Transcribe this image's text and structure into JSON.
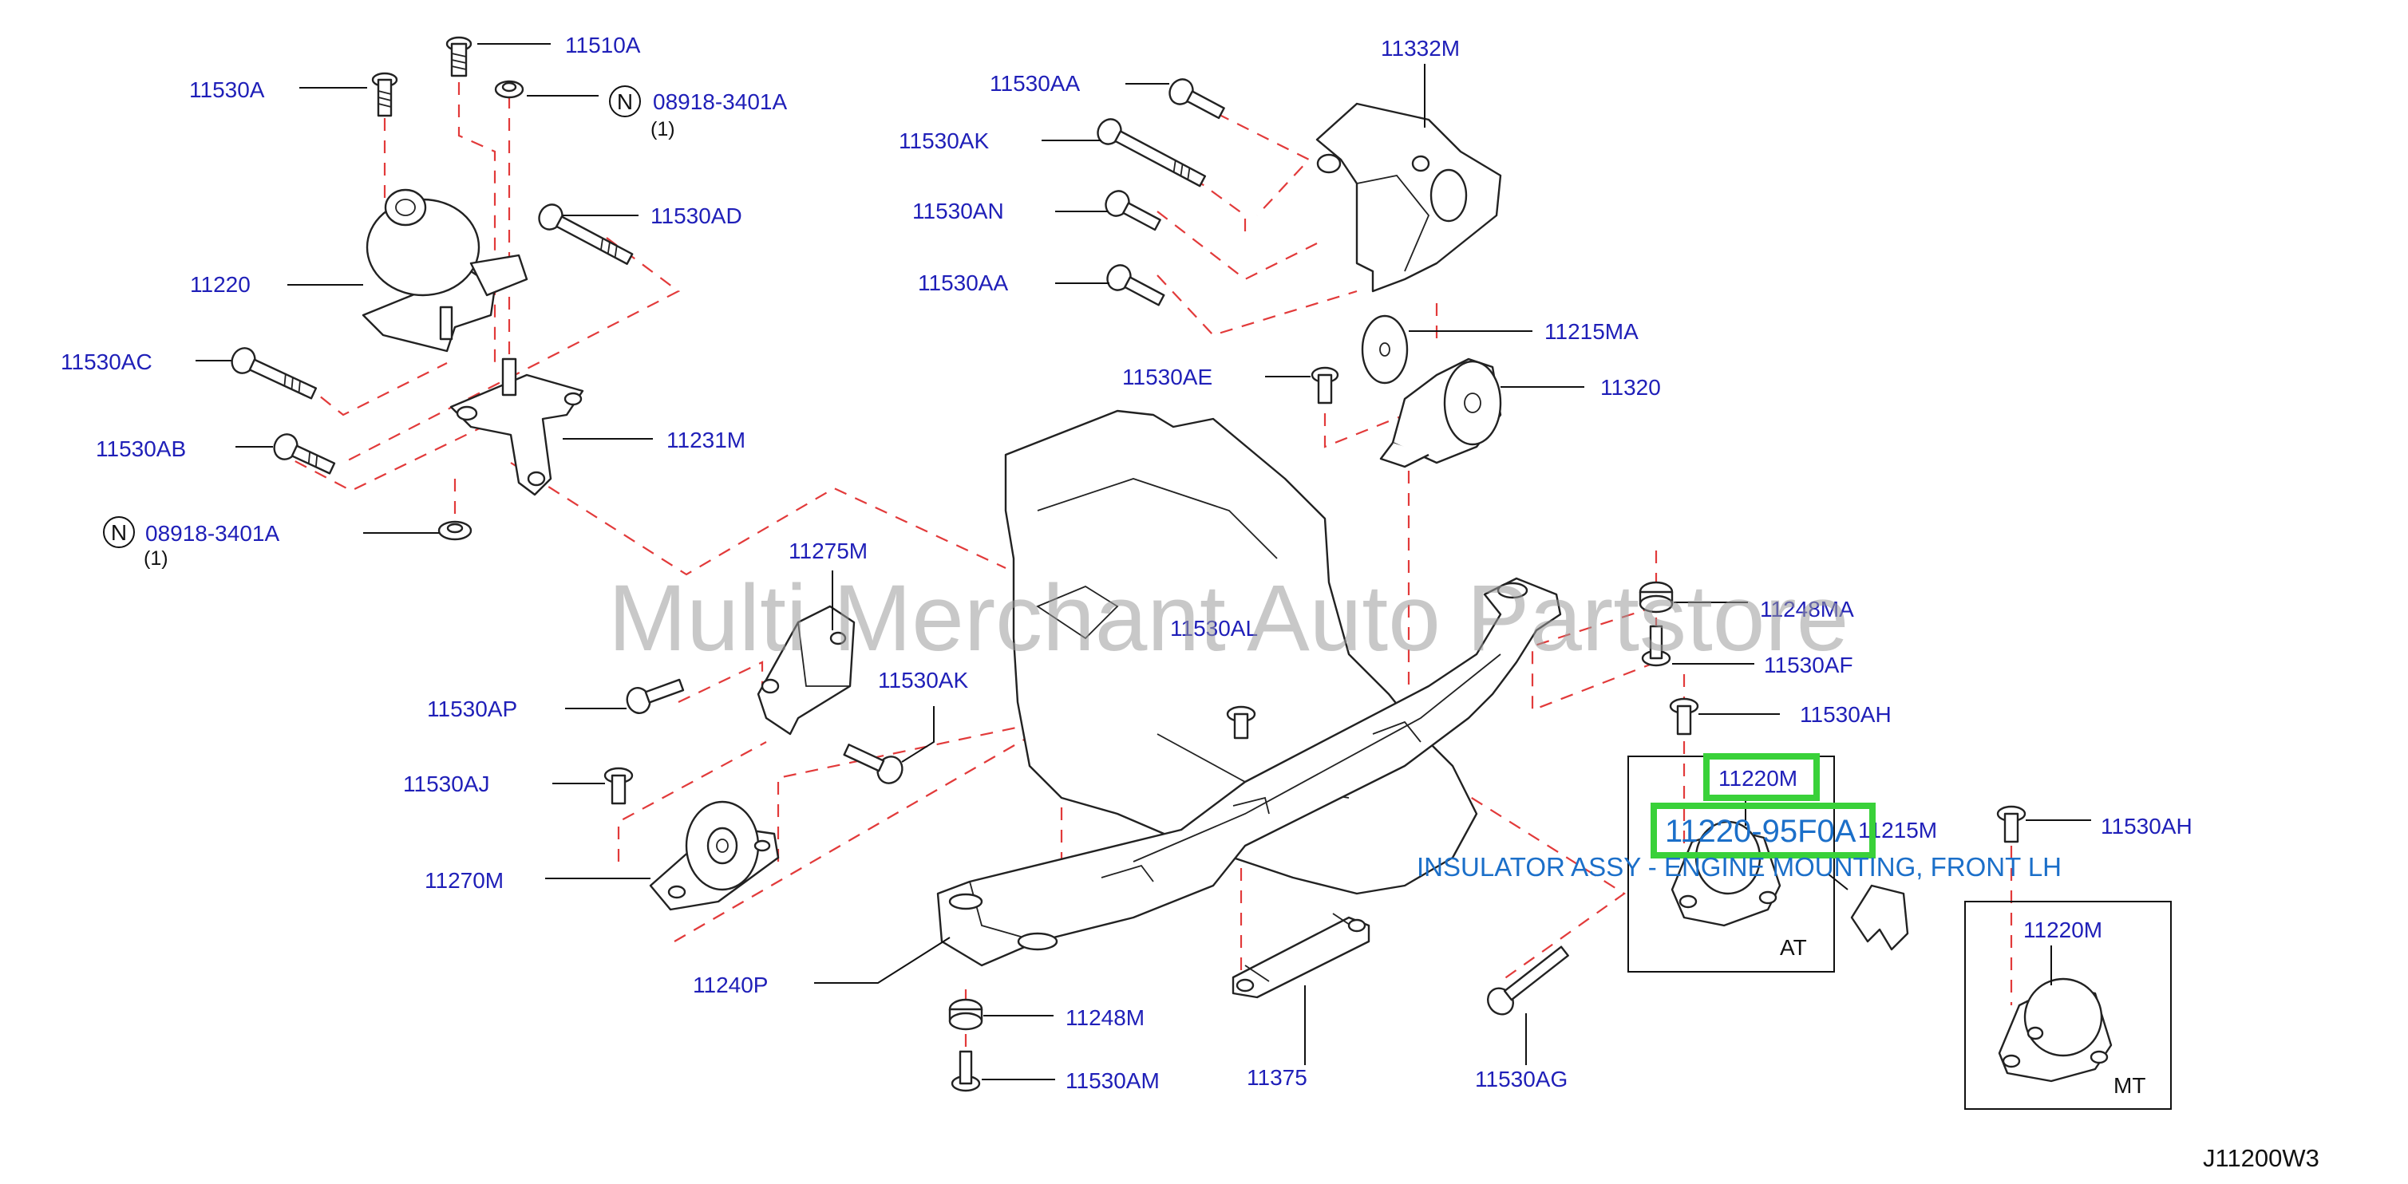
{
  "watermark": "Multi Merchant Auto Partstore",
  "reference_code": "J11200W3",
  "highlight": {
    "part_number": "11220-95F0A",
    "description": "INSULATOR ASSY - ENGINE MOUNTING, FRONT LH",
    "color": "#39d139",
    "text_color": "#1b6fc9"
  },
  "colors": {
    "label": "#1f1fb8",
    "dashed_line": "#e23a3a",
    "line_art": "#222222"
  },
  "labels": {
    "p11510A": "11510A",
    "p11530A": "11530A",
    "p08918_top": "08918-3401A",
    "p08918_top_qty": "(1)",
    "p11530AD": "11530AD",
    "p11220": "11220",
    "p11530AC": "11530AC",
    "p11530AB": "11530AB",
    "p11231M": "11231M",
    "p08918_bottom": "08918-3401A",
    "p08918_bottom_qty": "(1)",
    "p11530AA_top": "11530AA",
    "p11332M": "11332M",
    "p11530AK_top": "11530AK",
    "p11530AN": "11530AN",
    "p11530AA_mid": "11530AA",
    "p11215MA": "11215MA",
    "p11530AE": "11530AE",
    "p11320": "11320",
    "p11275M": "11275M",
    "p11530AL": "11530AL",
    "p11248MA": "11248MA",
    "p11530AF": "11530AF",
    "p11530AH_mid": "11530AH",
    "p11530AP": "11530AP",
    "p11530AK_mid": "11530AK",
    "p11530AJ": "11530AJ",
    "p11220M_at": "11220M",
    "p11215M": "11215M",
    "p11530AH_right": "11530AH",
    "p11270M": "11270M",
    "p11240P": "11240P",
    "p11248M": "11248M",
    "p11530AM": "11530AM",
    "p11375": "11375",
    "p11530AG": "11530AG",
    "p11220M_mt": "11220M",
    "box_at": "AT",
    "box_mt": "MT",
    "n_symbol": "N"
  }
}
